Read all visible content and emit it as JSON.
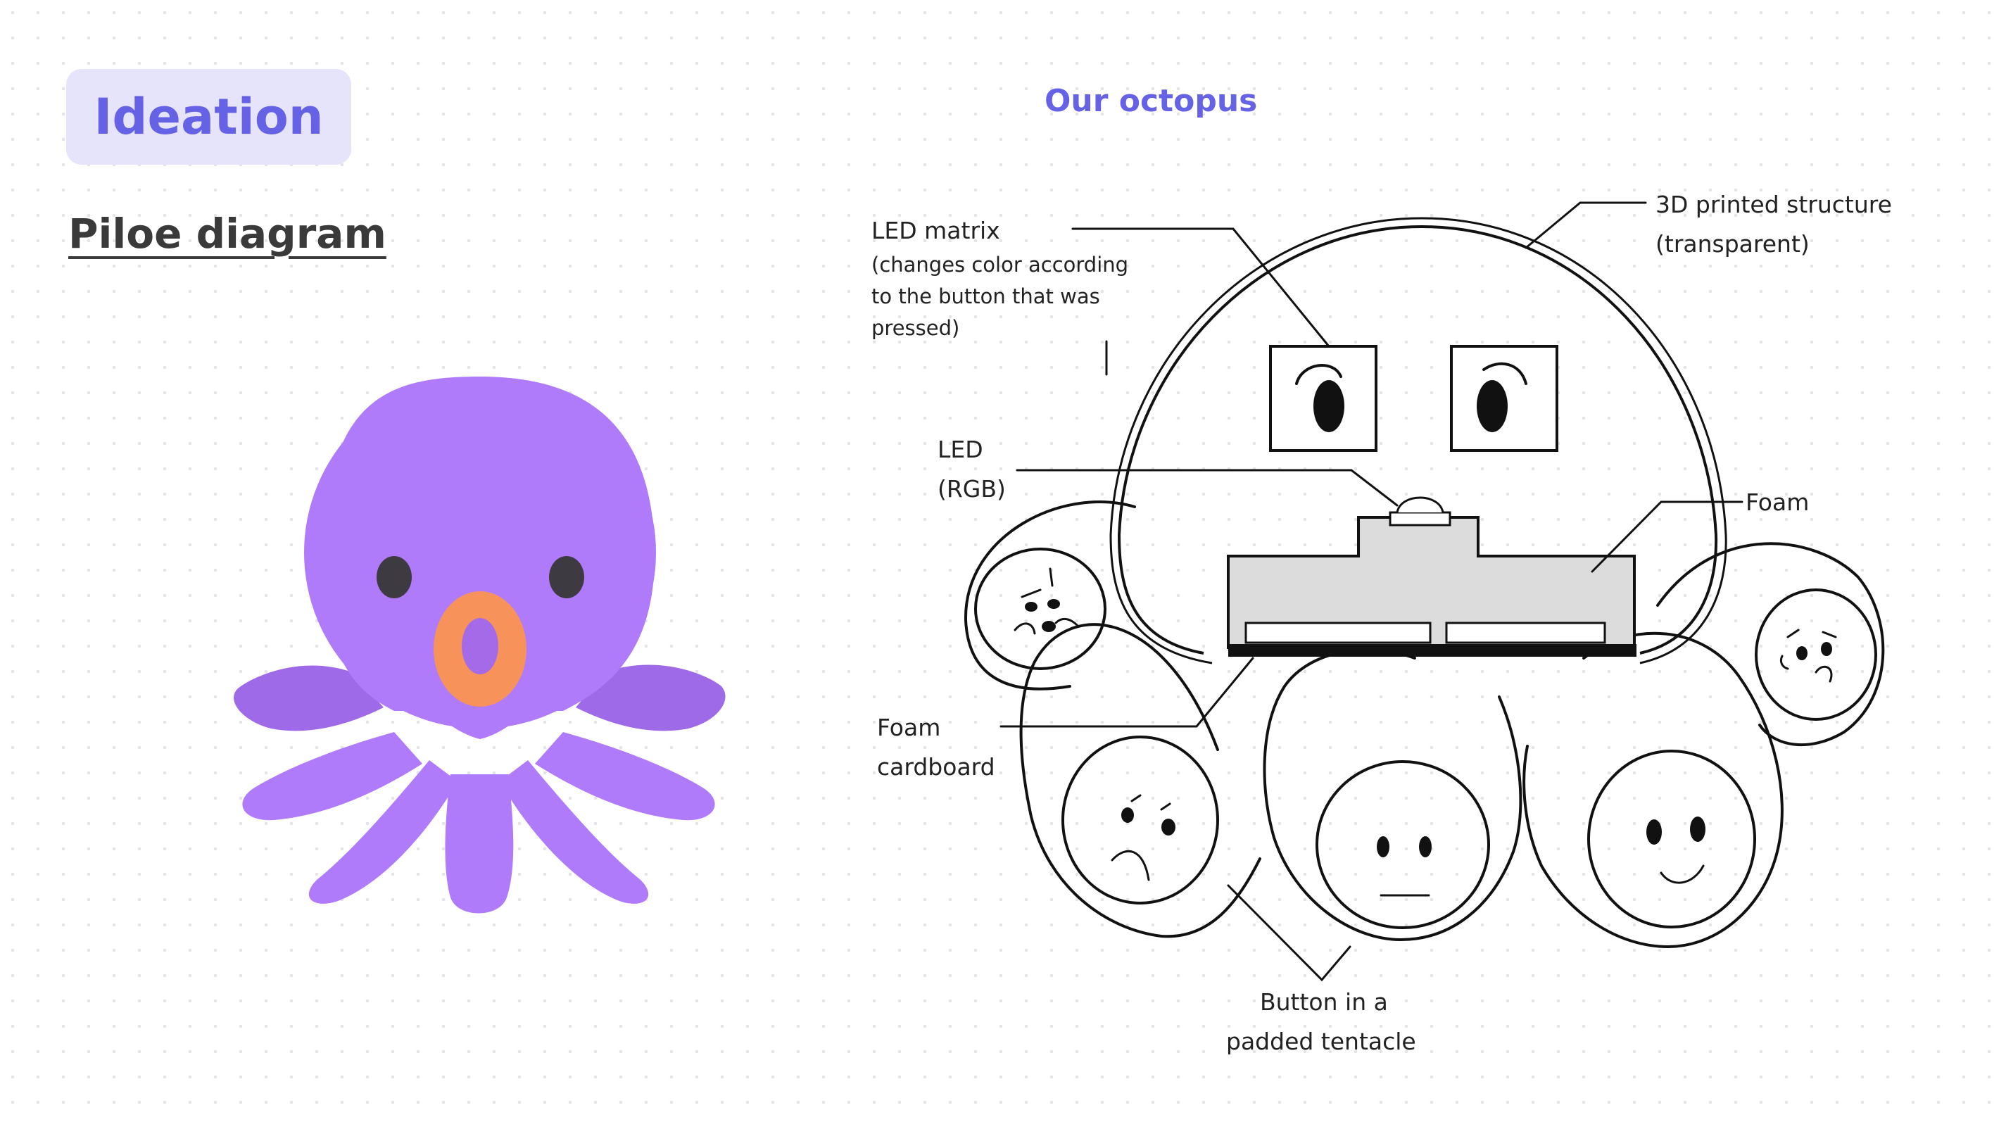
{
  "colors": {
    "accent": "#6562e6",
    "badge_bg": "#e5e4fb",
    "octopus_body": "#b07bfa",
    "octopus_mouth": "#f7935a"
  },
  "header": {
    "badge_label": "Ideation",
    "section_title": "Piloe diagram"
  },
  "diagram": {
    "heading": "Our octopus",
    "labels": {
      "led_matrix_title": "LED matrix",
      "led_matrix_note_1": "(changes color according",
      "led_matrix_note_2": "to the button that was",
      "led_matrix_note_3": "pressed)",
      "structure_1": "3D printed structure",
      "structure_2": "(transparent)",
      "led_1": "LED",
      "led_2": "(RGB)",
      "foam": "Foam",
      "foam_cardboard_1": "Foam",
      "foam_cardboard_2": "cardboard",
      "button_1": "Button in a",
      "button_2": "padded tentacle"
    }
  }
}
